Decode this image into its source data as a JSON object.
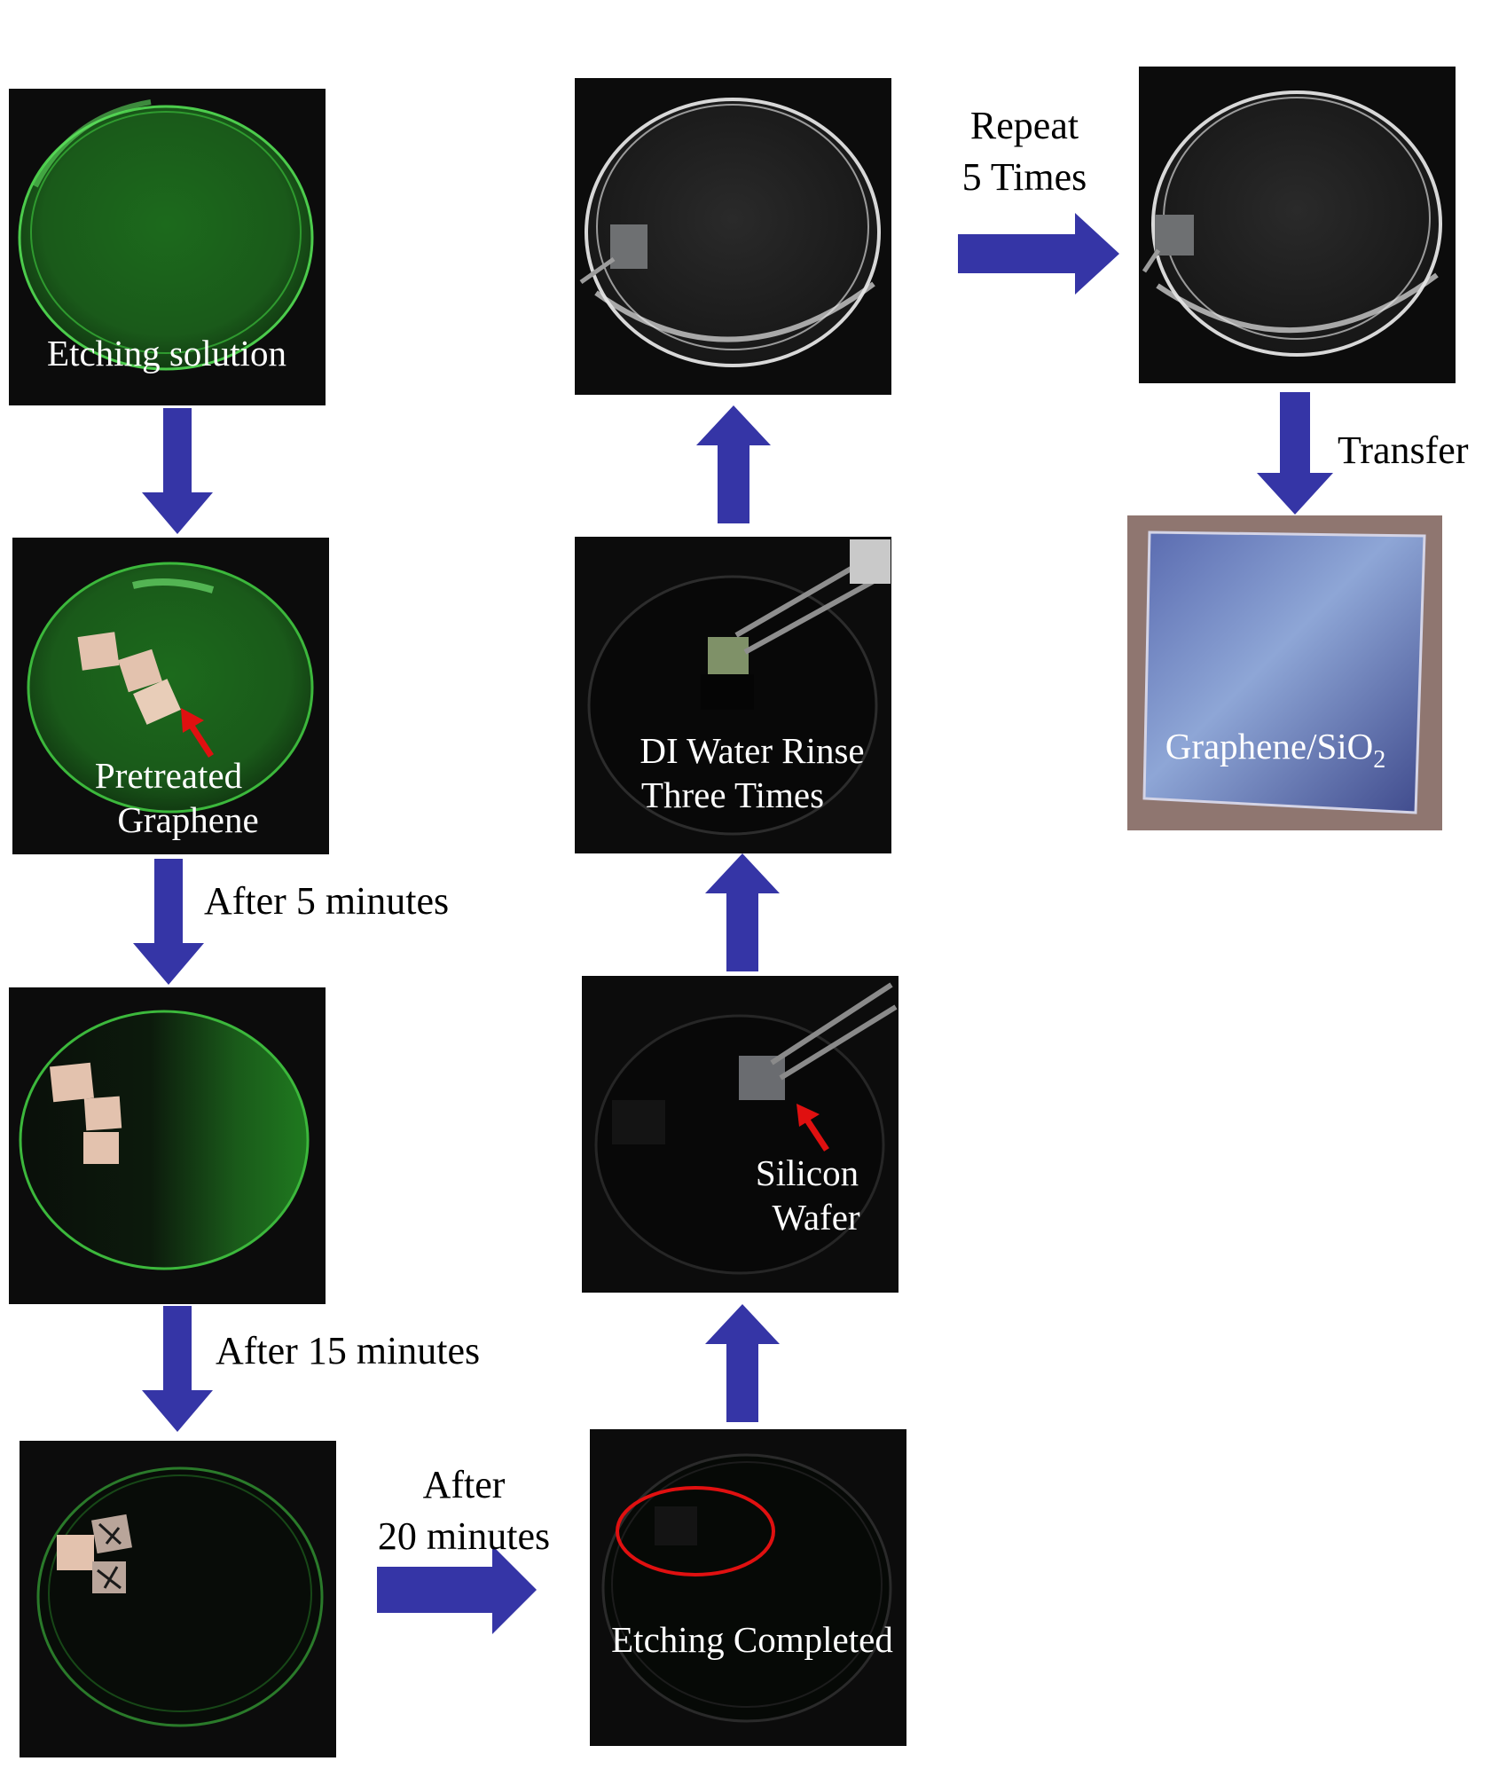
{
  "colors": {
    "arrow": "#3535a6",
    "annotation_red": "#e01010",
    "etchant_green": "#1f7a1f",
    "photo_background": "#0c0c0c",
    "copper_foil": "#e3c2ae",
    "wafer_blue": "#6f82c4"
  },
  "steps": [
    {
      "id": "etching-solution",
      "caption": [
        "Etching solution"
      ]
    },
    {
      "id": "pretreated-graphene",
      "caption": [
        "Pretreated",
        "Graphene"
      ]
    },
    {
      "id": "after-5-min",
      "caption": []
    },
    {
      "id": "after-15-min",
      "caption": []
    },
    {
      "id": "etching-completed",
      "caption": [
        "Etching Completed"
      ]
    },
    {
      "id": "silicon-wafer",
      "caption": [
        "Silicon",
        "Wafer"
      ]
    },
    {
      "id": "di-water-rinse",
      "caption": [
        "DI Water Rinse",
        "Three Times"
      ]
    },
    {
      "id": "rinse-bath",
      "caption": []
    },
    {
      "id": "repeat-bath",
      "caption": []
    },
    {
      "id": "graphene-sio2",
      "caption": [
        "Graphene/SiO",
        "2"
      ]
    }
  ],
  "arrow_labels": {
    "after_5": "After 5 minutes",
    "after_15": "After 15 minutes",
    "after_20": [
      "After",
      "20 minutes"
    ],
    "repeat": [
      "Repeat",
      "5 Times"
    ],
    "transfer": "Transfer"
  }
}
